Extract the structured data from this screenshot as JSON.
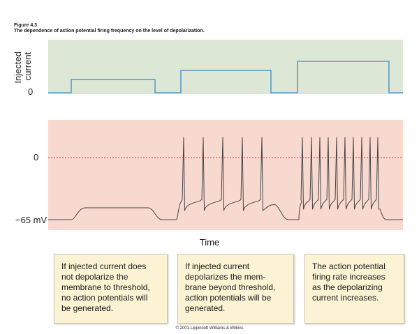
{
  "figure": {
    "label": "Figure 4.3",
    "caption": "The dependence of action potential firing frequency on the level of depolarization."
  },
  "current_panel": {
    "axis_label_line1": "Injected",
    "axis_label_line2": "current",
    "zero_label": "0"
  },
  "voltage_panel": {
    "zero_label": "0",
    "rest_label": "−65 mV"
  },
  "time_label": "Time",
  "notes": [
    "If injected current does\nnot depolarize the\nmembrane to threshold,\nno action potentials will\nbe generated.",
    "If injected current\ndepolarizes the mem-\nbrane beyond threshold,\naction potentials will be\ngenerated.",
    "The action potential\nfiring rate increases\nas the depolarizing\ncurrent increases."
  ],
  "copyright": "© 2001 Lippincott Williams & Wilkins",
  "colors": {
    "current_panel_bg": "#dde7d5",
    "voltage_panel_bg": "#f8d9d0",
    "current_trace": "#3a8ac4",
    "voltage_trace": "#444444",
    "zero_line": "#c0392b"
  }
}
